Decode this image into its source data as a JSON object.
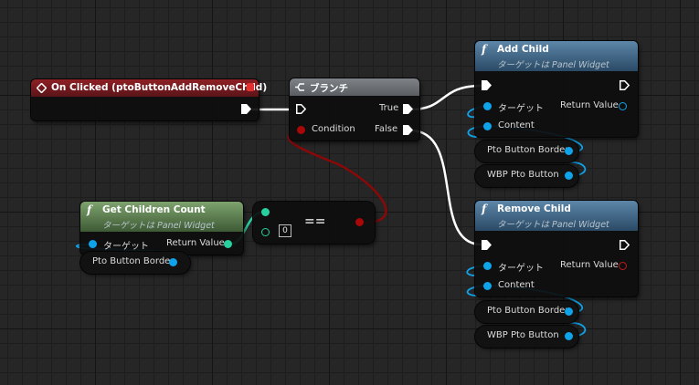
{
  "nodes": {
    "event": {
      "title": "On Clicked (ptoButtonAddRemoveChild)"
    },
    "branch": {
      "title": "ブランチ",
      "true_label": "True",
      "false_label": "False",
      "condition_label": "Condition"
    },
    "add_child": {
      "title": "Add Child",
      "subtitle": "ターゲットは Panel Widget",
      "target_label": "ターゲット",
      "return_label": "Return Value",
      "content_label": "Content"
    },
    "remove_child": {
      "title": "Remove Child",
      "subtitle": "ターゲットは Panel Widget",
      "target_label": "ターゲット",
      "return_label": "Return Value",
      "content_label": "Content"
    },
    "get_children": {
      "title": "Get Children Count",
      "subtitle": "ターゲットは Panel Widget",
      "target_label": "ターゲット",
      "return_label": "Return Value"
    },
    "equals": {
      "operator": "==",
      "default_value": "0"
    }
  },
  "variables": {
    "pto_add": "Pto Button Border",
    "wbp_add": "WBP Pto Button",
    "pto_remove": "Pto Button Border",
    "wbp_remove": "WBP Pto Button",
    "pto_count": "Pto Button Border"
  },
  "colors": {
    "exec": "#ffffff",
    "object": "#0fa3ea",
    "integer": "#28d0a0",
    "boolean": "#a80808",
    "event_header": "#8e2024",
    "function_header": "#5d86a8",
    "pure_header": "#7ea36e"
  }
}
